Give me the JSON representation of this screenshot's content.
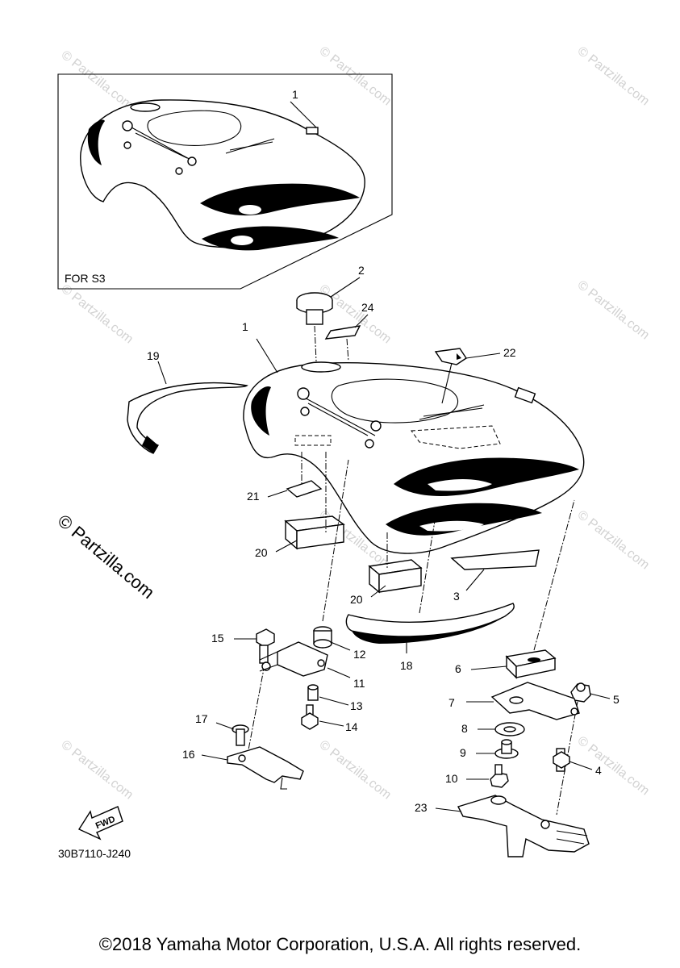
{
  "inset_label": "FOR S3",
  "fwd_label": "FWD",
  "diagram_code": "30B7110-J240",
  "copyright": "©2018 Yamaha Motor Corporation, U.S.A. All rights reserved.",
  "watermark": {
    "large": "© Partzilla.com",
    "small": "© Partzilla.com"
  },
  "callouts": [
    {
      "id": "inset-1",
      "label": "1"
    },
    {
      "id": "2",
      "label": "2"
    },
    {
      "id": "24",
      "label": "24"
    },
    {
      "id": "1",
      "label": "1"
    },
    {
      "id": "22",
      "label": "22"
    },
    {
      "id": "19",
      "label": "19"
    },
    {
      "id": "21",
      "label": "21"
    },
    {
      "id": "20a",
      "label": "20"
    },
    {
      "id": "20b",
      "label": "20"
    },
    {
      "id": "3",
      "label": "3"
    },
    {
      "id": "15",
      "label": "15"
    },
    {
      "id": "12",
      "label": "12"
    },
    {
      "id": "11",
      "label": "11"
    },
    {
      "id": "18",
      "label": "18"
    },
    {
      "id": "6",
      "label": "6"
    },
    {
      "id": "5",
      "label": "5"
    },
    {
      "id": "7",
      "label": "7"
    },
    {
      "id": "13",
      "label": "13"
    },
    {
      "id": "14",
      "label": "14"
    },
    {
      "id": "17",
      "label": "17"
    },
    {
      "id": "8",
      "label": "8"
    },
    {
      "id": "9",
      "label": "9"
    },
    {
      "id": "16",
      "label": "16"
    },
    {
      "id": "4",
      "label": "4"
    },
    {
      "id": "10",
      "label": "10"
    },
    {
      "id": "23",
      "label": "23"
    }
  ]
}
